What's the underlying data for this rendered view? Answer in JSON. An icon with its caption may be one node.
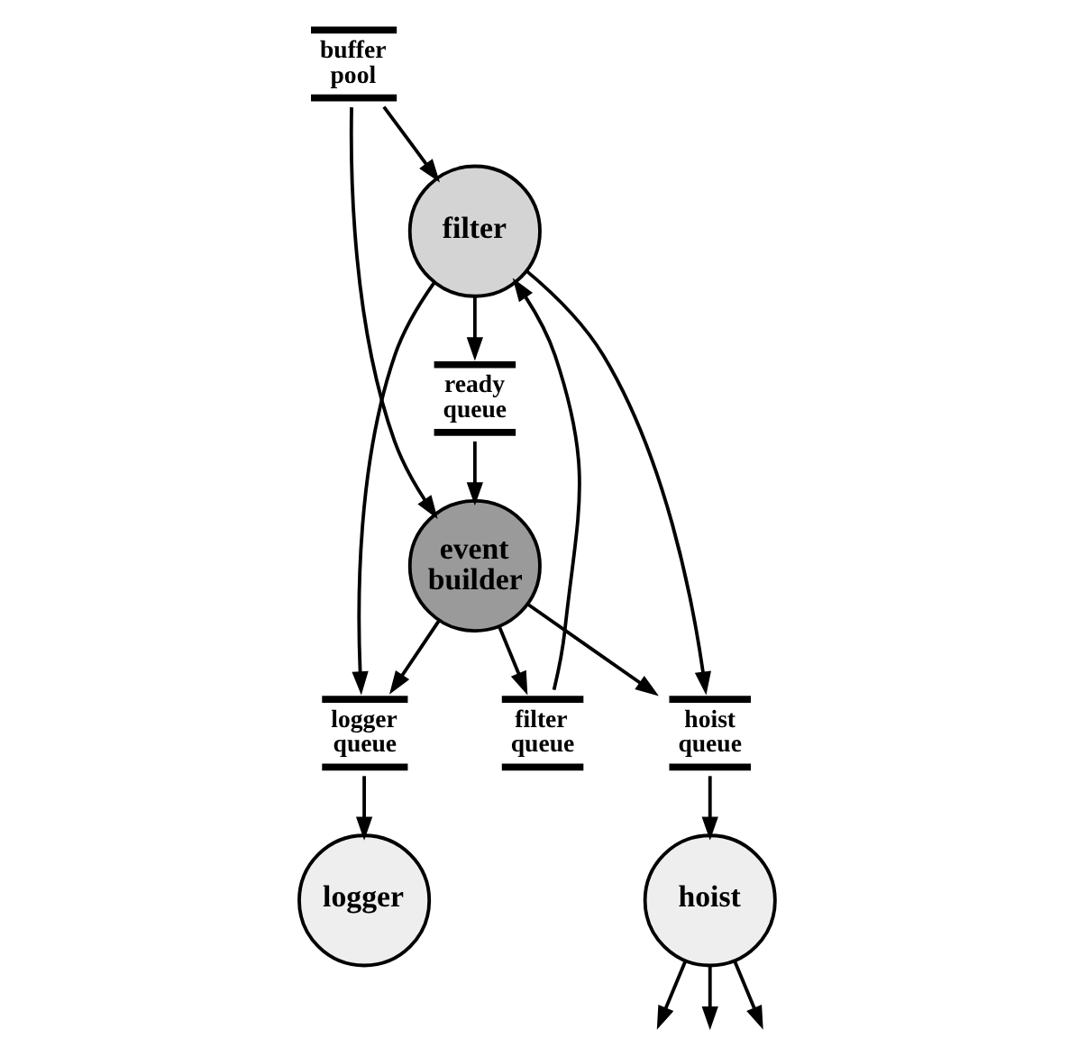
{
  "diagram": {
    "nodes": [
      {
        "text": [
          "filter"
        ]
      },
      {
        "text": [
          "hoist"
        ]
      },
      {
        "text": [
          "filter queue"
        ]
      },
      {
        "text": [
          "ready queue"
        ]
      },
      {
        "text": [
          "hoist queue"
        ]
      },
      {
        "text": [
          "buffer pool"
        ]
      },
      {
        "text": [
          "logger queue"
        ]
      },
      {
        "text": [
          "event builder"
        ]
      },
      {
        "text": [
          "logger"
        ]
      }
    ],
    "edges": [
      {
        "from": 5,
        "to": 0,
        "arrow": "to"
      },
      {
        "from": 2,
        "to": 0,
        "arrow": "to"
      },
      {
        "from": 0,
        "to": 3,
        "arrow": "to"
      },
      {
        "from": 0,
        "to": 4,
        "arrow": "to"
      },
      {
        "from": 0,
        "to": 6,
        "arrow": "to"
      },
      {
        "from": 4,
        "to": 1,
        "arrow": "to"
      },
      {
        "from": 1,
        "to": null,
        "arrow": "to"
      },
      {
        "from": 1,
        "to": null,
        "arrow": "to"
      },
      {
        "from": 1,
        "to": null,
        "arrow": "to"
      },
      {
        "from": 5,
        "to": 7,
        "arrow": "to"
      },
      {
        "from": 7,
        "to": 2,
        "arrow": "to"
      },
      {
        "from": 3,
        "to": 7,
        "arrow": "to"
      },
      {
        "from": 7,
        "to": 4,
        "arrow": "to"
      },
      {
        "from": 7,
        "to": 6,
        "arrow": "to"
      },
      {
        "from": 6,
        "to": 8,
        "arrow": "to"
      }
    ]
  }
}
